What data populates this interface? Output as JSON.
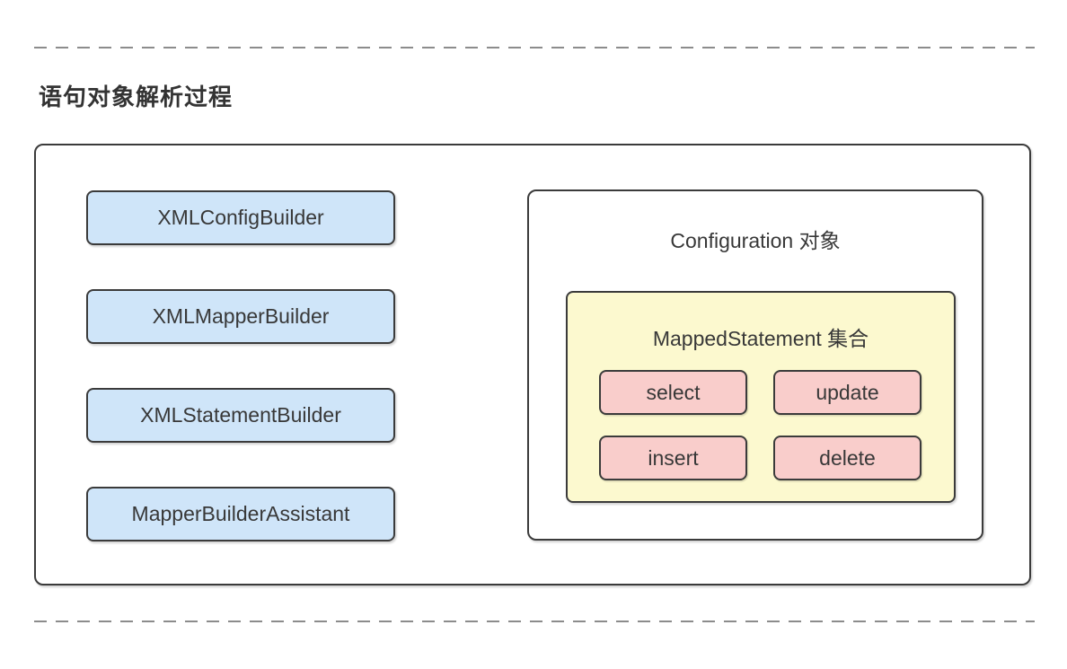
{
  "page": {
    "title_label": "语句对象解析过程"
  },
  "builders": [
    {
      "label": "XMLConfigBuilder"
    },
    {
      "label": "XMLMapperBuilder"
    },
    {
      "label": "XMLStatementBuilder"
    },
    {
      "label": "MapperBuilderAssistant"
    }
  ],
  "configuration": {
    "label": "Configuration 对象",
    "mapped_statement": {
      "label": "MappedStatement 集合",
      "statements": [
        {
          "label": "select"
        },
        {
          "label": "update"
        },
        {
          "label": "insert"
        },
        {
          "label": "delete"
        }
      ]
    }
  },
  "colors": {
    "builder_fill": "#cfe5f9",
    "yellow_fill": "#fcf9cf",
    "pink_fill": "#f9cdcb",
    "border_dark": "#3b3b3b",
    "arrow_black": "#3b3b3b",
    "arrow_blue": "#1e7be2",
    "arrow_red": "#f93b31",
    "separator_gray": "#8c8c8c",
    "text_dark": "#383838"
  }
}
